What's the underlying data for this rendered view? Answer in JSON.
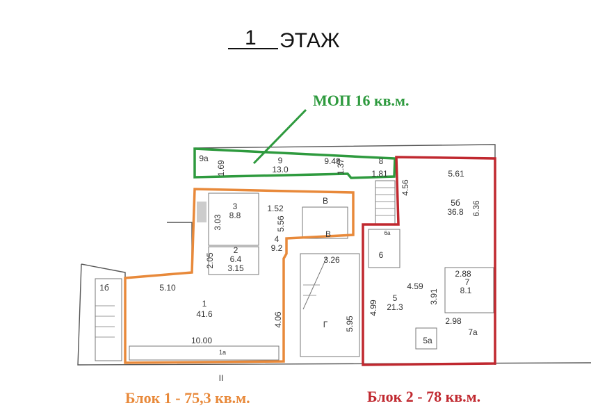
{
  "title": {
    "floor_number": "1",
    "floor_word": "ЭТАЖ"
  },
  "zones": {
    "mop": {
      "label": "МОП 16 кв.м.",
      "color": "#2e9a3e"
    },
    "block1": {
      "label": "Блок 1 - 75,3 кв.м.",
      "color": "#e8893a"
    },
    "block2": {
      "label": "Блок 2 - 78 кв.м.",
      "color": "#c0282f"
    }
  },
  "rooms": {
    "r9a": "9а",
    "r9_num": "9",
    "r9_area": "13.0",
    "d_169": "1.69",
    "d_948": "9.48",
    "d_137": "1.37",
    "r8_num": "8",
    "d_181": "1.81",
    "r3_num": "3",
    "r3_area": "8.8",
    "d_303": "3.03",
    "d_152": "1.52",
    "d_556": "5.56",
    "r4_num": "4",
    "r4_area": "9.2",
    "rB1": "В",
    "rB2": "В",
    "r2_num": "2",
    "r2_area": "6.4",
    "d_315": "3.15",
    "d_205": "2.05",
    "d_510": "5.10",
    "r1_num": "1",
    "r1_area": "41.6",
    "d_406": "4.06",
    "d_1000": "10.00",
    "r1a": "1а",
    "entrance": "II",
    "r1b": "1б",
    "d_326": "3.26",
    "rG": "Г",
    "d_595": "5.95",
    "d_456": "4.56",
    "d_561": "5.61",
    "r5b_num": "5б",
    "r5b_area": "36.8",
    "d_636": "6.36",
    "r6a": "6а",
    "r6": "6",
    "d_459": "4.59",
    "r5_num": "5",
    "r5_area": "21.3",
    "d_499": "4.99",
    "d_391": "3.91",
    "d_288": "2.88",
    "r7_num": "7",
    "r7_area": "8.1",
    "d_298": "2.98",
    "r7a": "7а",
    "r5a": "5а"
  }
}
